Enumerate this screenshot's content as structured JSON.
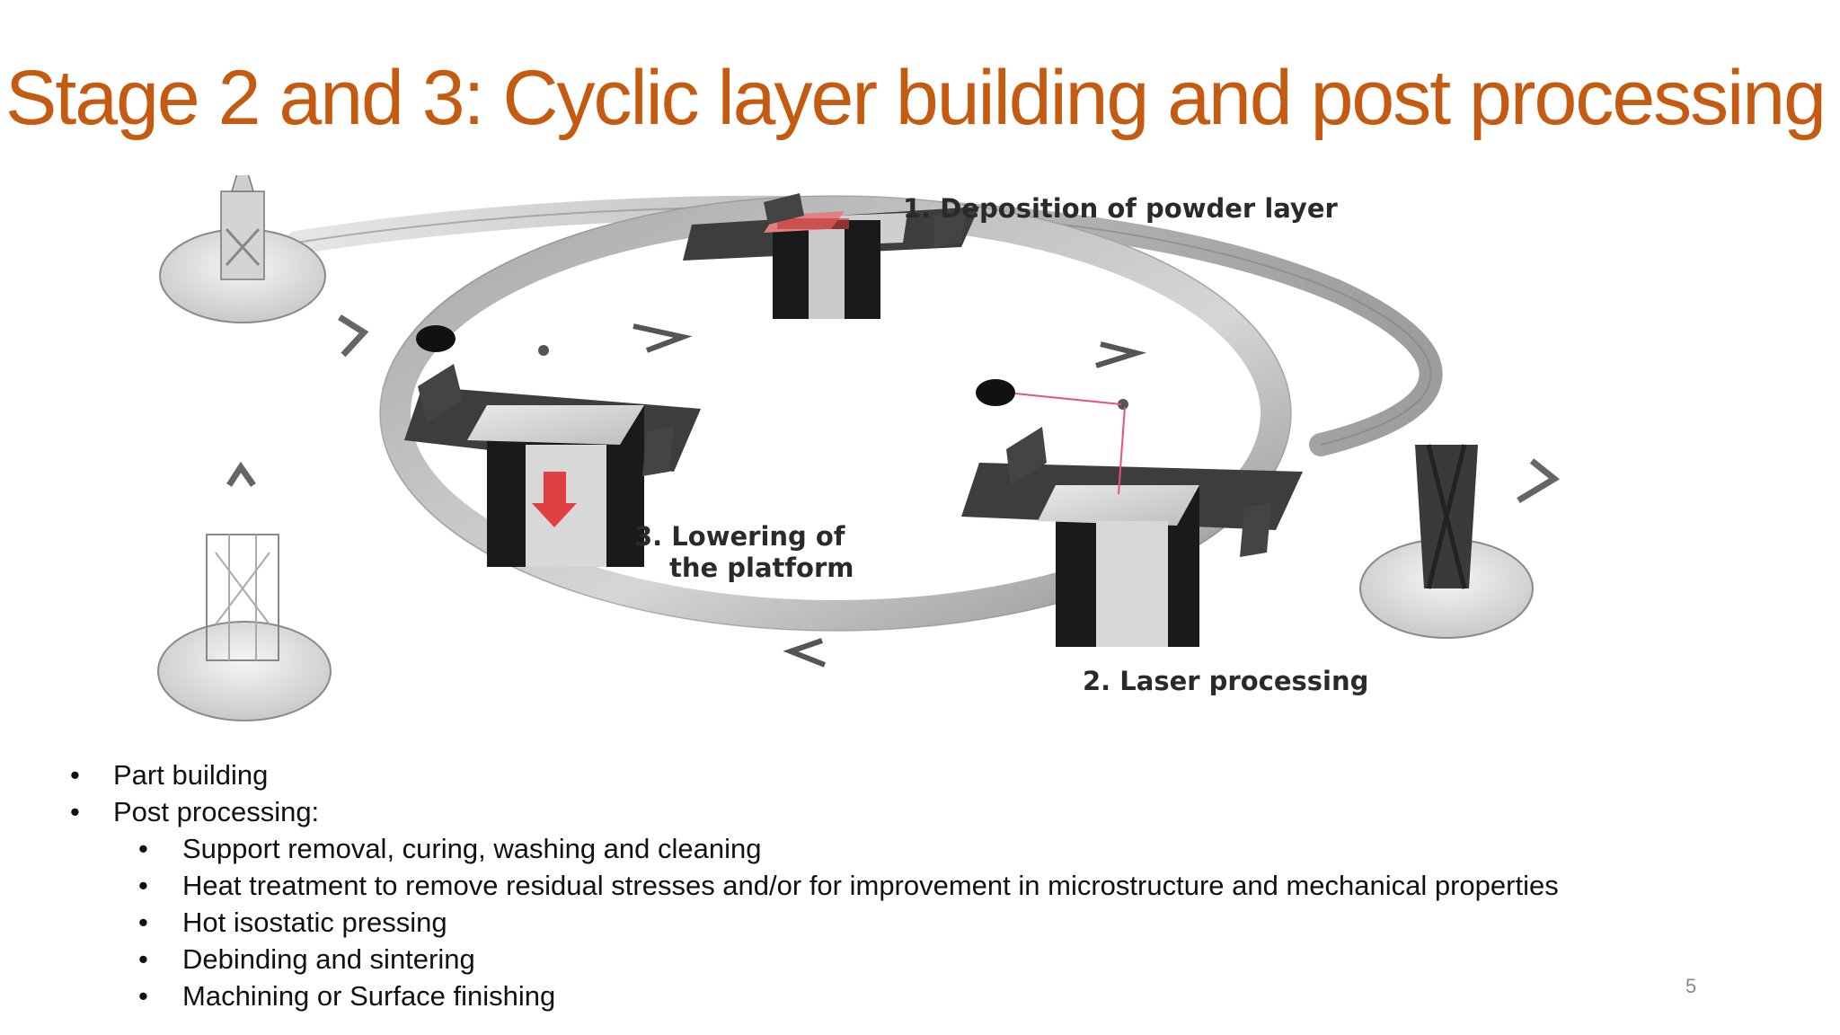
{
  "slide": {
    "title": "Stage 2 and 3: Cyclic layer building and post processing",
    "page_number": "5"
  },
  "diagram": {
    "step1": "1.  Deposition of powder layer",
    "step2": "2. Laser processing",
    "step3_line1": "3. Lowering of",
    "step3_line2": "the platform"
  },
  "bullets": [
    {
      "text": "Part building",
      "level": 1
    },
    {
      "text": "Post processing:",
      "level": 1
    },
    {
      "text": "Support removal, curing, washing and cleaning",
      "level": 2
    },
    {
      "text": "Heat treatment to remove residual stresses and/or for improvement in microstructure and mechanical properties",
      "level": 2
    },
    {
      "text": "Hot isostatic pressing",
      "level": 2
    },
    {
      "text": "Debinding and sintering",
      "level": 2
    },
    {
      "text": "Machining or Surface finishing",
      "level": 2
    }
  ],
  "colors": {
    "title": "#c55a11",
    "laser": "#e8527a",
    "lower_arrow": "#e04040"
  }
}
